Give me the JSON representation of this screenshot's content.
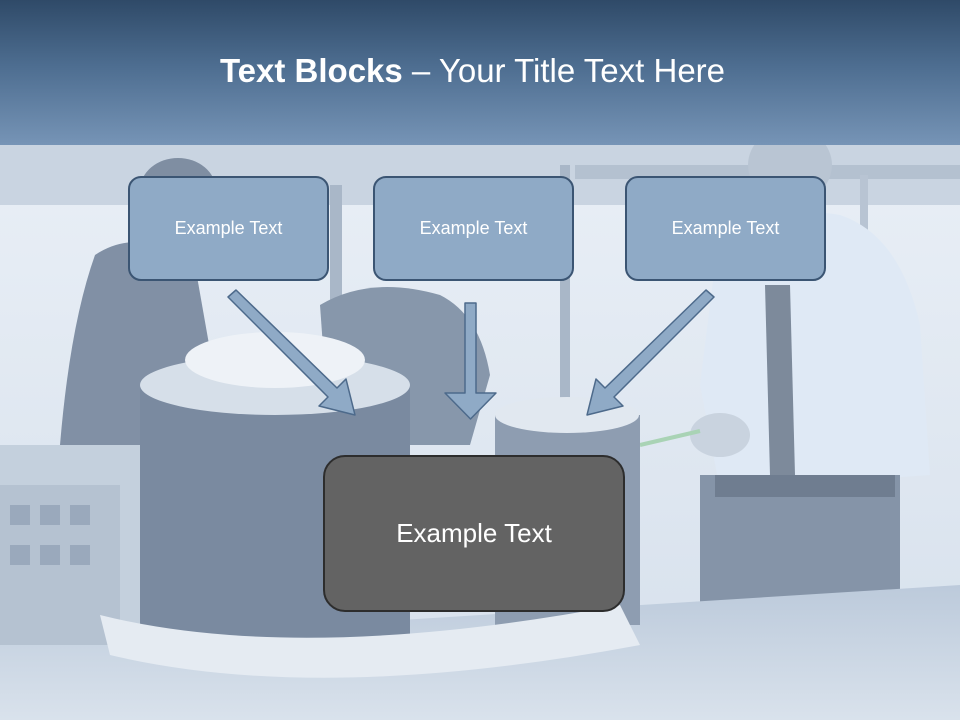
{
  "slide": {
    "title_bold": "Text Blocks",
    "title_rest": " – Your Title Text Here",
    "boxes": [
      {
        "label": "Example Text"
      },
      {
        "label": "Example Text"
      },
      {
        "label": "Example Text"
      }
    ],
    "target_box": {
      "label": "Example Text"
    },
    "background_photo": "office-meeting-architectural-model"
  },
  "colors": {
    "header_top": "#2f4a68",
    "header_bottom": "#7694b6",
    "box_fill": "#8faac6",
    "box_border": "#3b5573",
    "target_fill": "#636363",
    "arrow_fill": "#8faac6"
  }
}
